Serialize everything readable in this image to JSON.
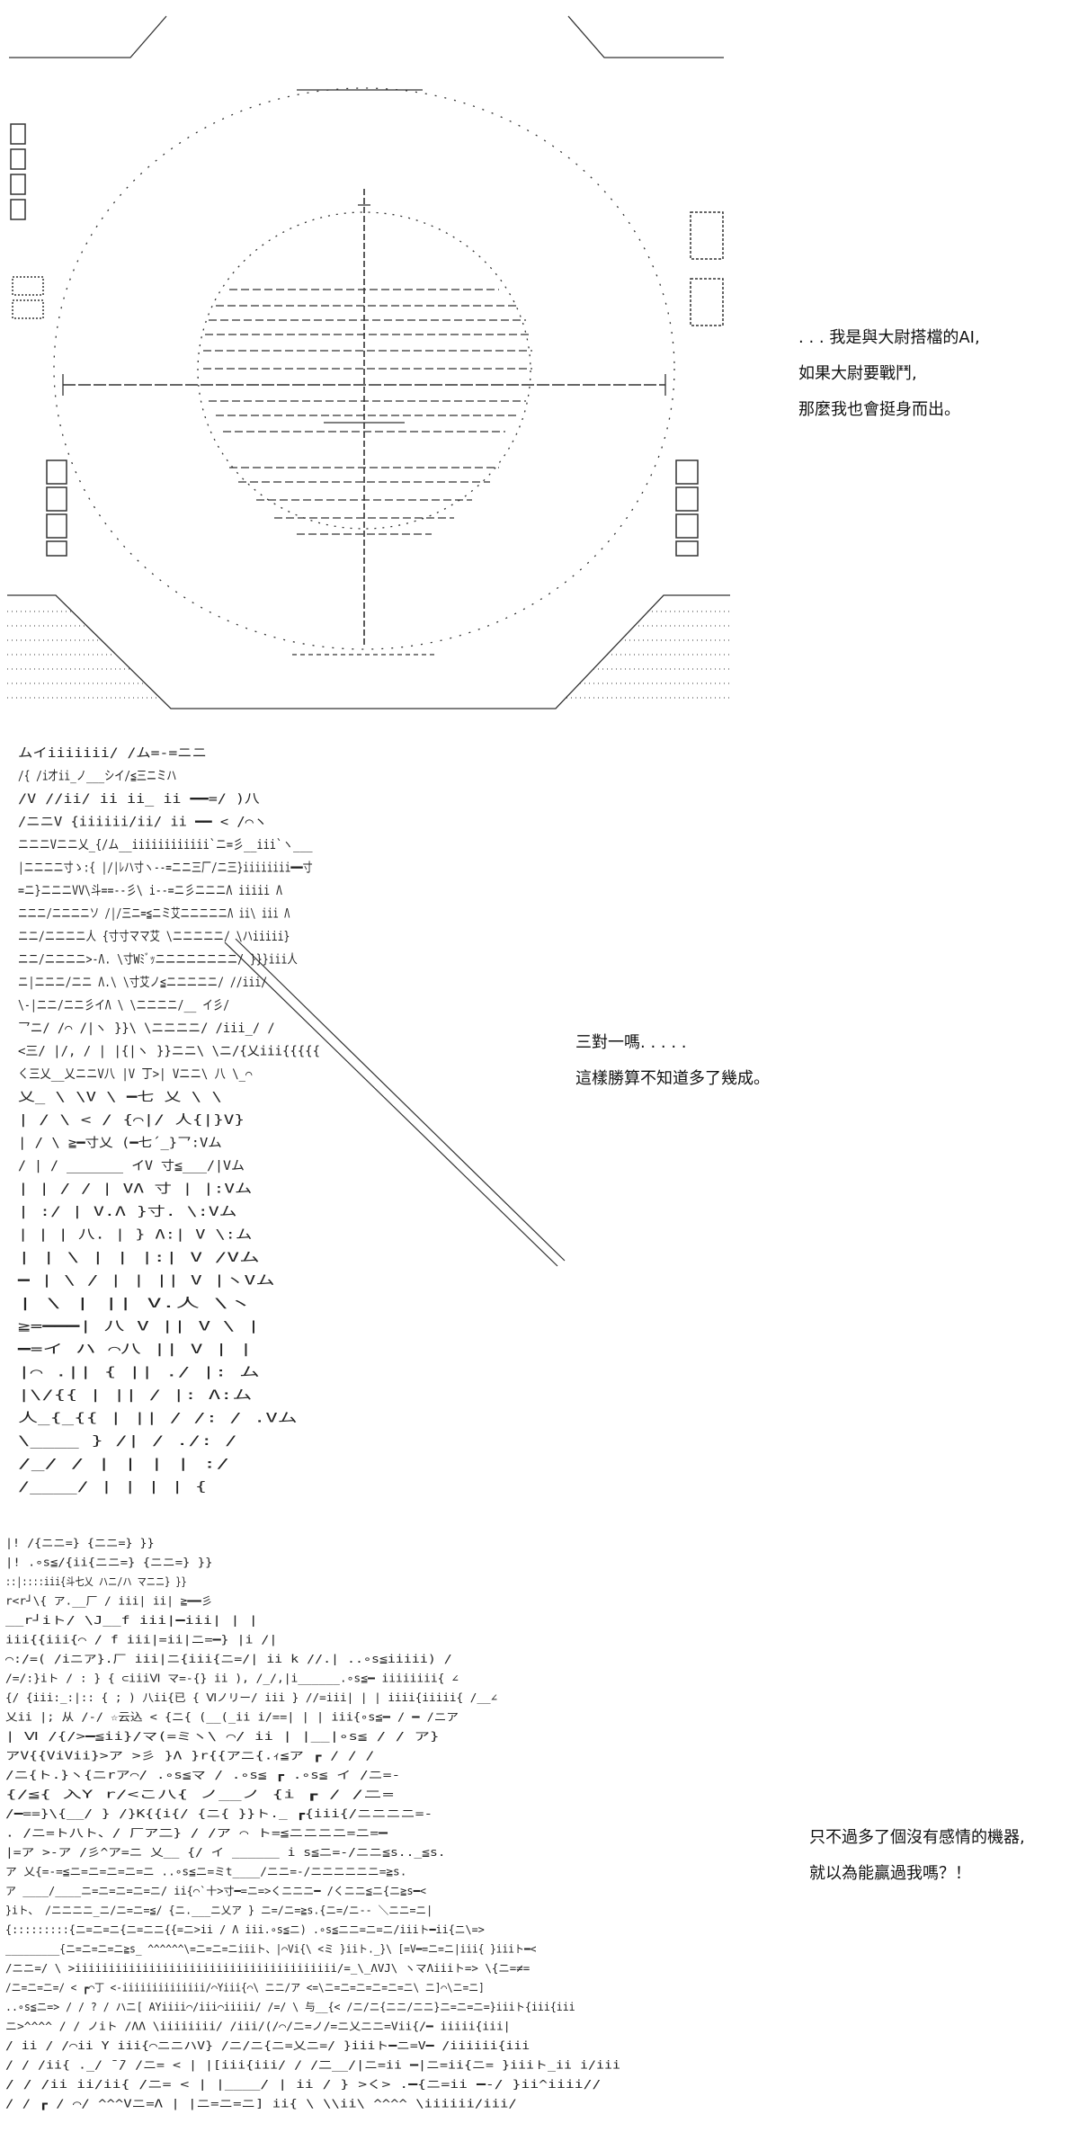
{
  "captions": {
    "scene1": {
      "line1": ". . . 我是與大尉搭檔的AI,",
      "line2": "如果大尉要戰鬥,",
      "line3": "那麼我也會挺身而出。"
    },
    "scene2": {
      "line1": "三對一嗎. . . . .",
      "line2": "這樣勝算不知道多了幾成。"
    },
    "scene3": {
      "line1": "只不過多了個沒有感情的機器,",
      "line2": "就以為能贏過我嗎？！"
    }
  },
  "art": {
    "scene2": [
      "ムイiiiiiii/        /ム=-=ニニ",
      "/{ /i才ii_ノ___シイ/≦三ニミハ",
      "/V      //ii/ ii ii_ ii ━━=/  )八",
      "/ニニV     {iiiiii/ii/ ii ━━ <  /⌒ヽ",
      "ニニニVニニ乂_{/ム__iiiiiiiiiiii`ニ=彡__iii`ヽ___",
      "|ニニニニ寸ゝ:{ |/|ﾚハ寸ヽ--=ニニ三厂/ニ三}iiiiiiii━━寸",
      "=ニ}ニニニVV\\斗==--彡\\ i--=ニ彡ニニニΛ iiiii Λ",
      "ニニニ/ニニニニソ /|/三ニ=≦ニミ艾ニニニニニΛ ii\\ iii Λ",
      "ニニ/ニニニニ人 {寸寸ママ艾    \\ニニニニニ/  \\ハiiiii}",
      "ニニ/ニニニニ>-Λ. \\寸Wﾐﾞｯニニニニニニニニ/   }}}iii人",
      "ニ|ニニニ/ニニ Λ.\\ \\寸艾ノ≦ニニニニニ/   //iii/",
      "\\-|ニニ/ニニ彡イΛ   \\ \\ニニニニ/__ イ彡/",
      "乛ニ/ /⌒   /|ヽ   }}\\ \\ニニニニ/ /iii_/ /",
      "<三/ |/,  / |  |{|ヽ  }}ニニ\\  \\ニ/{乂iii{{{{{",
      "く三乂__乂ニニV八 |V  丁>| Vニニ\\  八  \\_⌒",
      "乂_   \\   \\V   \\ ━七   乂  \\ \\",
      "|   /  \\   < /    {⌒|/  人{|}V}",
      "|  /    \\   ≧━寸乂 (━七´_}乛:Vム",
      "/ |  /   _______ イV  寸≦___/|Vム",
      "| |  /  /      | VΛ  寸  |  |:Vム",
      "| :/    |     V.Λ   }寸.  \\:Vム",
      "| |    |  八.  | }  Λ:|  V   \\:ム",
      "| |     \\   |  |  |:|   V    /Vム",
      "━ |      \\ / |   |  ||    V   |ヽVム",
      "|         \\   | ||     V.人   \\ヽ",
      "≧=━━━|     八  V  ||     V  \\   |",
      "━=イ  ハ  ⌒八   ||      V    |   |",
      "|⌒ .||   {     ||    ./     |: ム",
      "|\\/{{  |     ||    /     |: Λ:ム",
      "人_{_{{   |      ||   /      /: /  .Vム",
      "\\____  }    /|   /      ./: /",
      "/_/    /  |  |   |      | :/",
      "/____/  |  |  |      |  {"
    ],
    "scene3": [
      "|!     /{ニニ=}  {ニニ=} }}",
      "|!       .∘s≦/{ii{ニニ=}  {ニニ=} }}",
      "::|::::iii{斗七乂 ハニ/ハ  マニニ} }}",
      "r<r┘\\{ ア.__厂 / iii|    ii|  ≧━━彡",
      "__r┘iト/   \\J__f   iii|━iii|      |    |",
      "iii{{iii{⌒  /  f   iii|=ii|ニ=━}   |i    /|",
      "⌒:/=(    /iニア}.厂  iii|ニ{iii{ニ=/| ii  k    //.|        ..∘s≦iiiii)   /",
      "/=/:}iト /  : } { ⊂iiiⅥ マ=-{} ii    ),   /_/,|i______.∘s≦━ iiiiiiii{  ∠",
      "{/ {iii:_:|:: { ; ) 八ii{已  { Ⅵノリー/ iii }    //=iii|  |   | iiii{iiiii{  /__∠",
      "乂ii  |;  从  /-/ ☆云込 < {ニ{ (__(_ii    i/==|    | |     iii{∘s≦━ / ━ /ニア",
      "   |      Ⅵ /{/>━≦ii}/マ(=ミヽ\\     ⌒/  ii |  |__|∘s≦     /     /   ア}",
      "         アV{{ViVii}>ア >彡 }Λ }r{{アニ{.ｨ≦ア        ┏  /  /  /",
      "         /ニ{ト.}ヽ{ニrア⌒/  .∘s≦マ  / .∘s≦           ┏ .∘s≦ イ /ニ=-",
      "         {/≦{ 入Y r/<こ八{   ノ__ノ {i                  ┏  /  /ニ=",
      "        /━==}\\{__/ }   /}K{{i{/  {ニ{           }}ト._ ┏{iii{/ニニニニ=-",
      "        .  /ニ=ト八ト、/ 厂ア二} /   /ア              ⌒  ト=≦ニニニニ=ニ=━",
      "         |=ア >-ア /彡^ア=ニ 乂__ {/      イ     ______  i s≦ニ=-/ニニ≦s.._≦s.",
      "        ア     乂{=-=≦ニ=ニ=ニ=ニ=ニ    ..∘s≦ニ=ミt____/ニニ=-/ニニニニニニ=≧s.",
      "      ア     ____/____ニ=ニ=ニ=ニ=ニ/   ii{⌒`十>寸━=ニ=>くニニニ━ /くニニ≦ニ{ニ≧s━<",
      "     }iト、      /ニニニニ_ニ/ニ=ニ=≦/ {ニ.___ニ乂ア } ニ=/ニ=≧s.{ニ=/ニ--   ＼ニニ=ニ|",
      "     {:::::::::{ニ=ニ=ニ{ニ=ニニ{{=ニ>ii / Λ  iii.∘s≦ニ)   .∘s≦ニニ=ニ=ニ/iiiト━ii{ニ\\=>",
      "_________{ニ=ニ=ニ=ニ≧s_ ^^^^^^\\=ニ=ニ=ニiiiト、|⌒Vi{\\ <ミ }iiト._}\\ [=V━=ニ=ニ|iii{    }iiiト━<",
      "  /ニニ=/  \\     >iiiiiiiiiiiiiiiiiiiiiiiiiiiiiiiiiiiiiii/=_\\_ΛVJ\\ ヽマΛiiiト=> \\{ニ=≠=",
      "  /ニ=ニ=ニ=/  <  ┏⌒丁 <-iiiiiiiiiiiiii/⌒Yiii{⌒\\ ニニ/ア <=\\ニ=ニ=ニ=ニ=ニ=ニ\\ ニ]⌒\\ニ=ニ]",
      "..∘s≦ニ=> /  /  ? / ハニ[ AYiiii⌒/iii⌒iiiii/    /=/ \\ 与__{<  /ニ/ニ{ニニ/ニニ}ニ=ニ=ニ=}iiiト{iii{iii",
      "ニ>^^^^      /   /  ノiト /ΛΛ   \\iiiiiiii/   /iii/(/⌒/ニ=ノ/=ニ乂ニニ=Vii{/━ iiiii{iii|",
      "       / ii  /   /⌒ii    Y       iii{⌒ニニハV}    /ニ/ニ{ニ=乂ニ=/ }iiiト━ニ=V━ /iiiiii{iii",
      "    /  /  /ii{  ._/ ̄ ̄/    /ニ=  <     |    |[iii{iii/  /   /二__/|ニ=ii ━|ニ=ii{ニ= }iiiト_ii i/iii",
      "  /  /   /ii ii/ii{  /ニ=   <       |    |____/  |  ii   /   }   >く> .━{ニ=ii ━-/   }ii^iiii//",
      " / /  ┏ /  ⌒/     ^^^Vニ=Λ       |    |ニ=ニ=ニ]  ii{ \\   \\\\ii\\  ^^^^  \\iiiiii/iii/"
    ]
  }
}
